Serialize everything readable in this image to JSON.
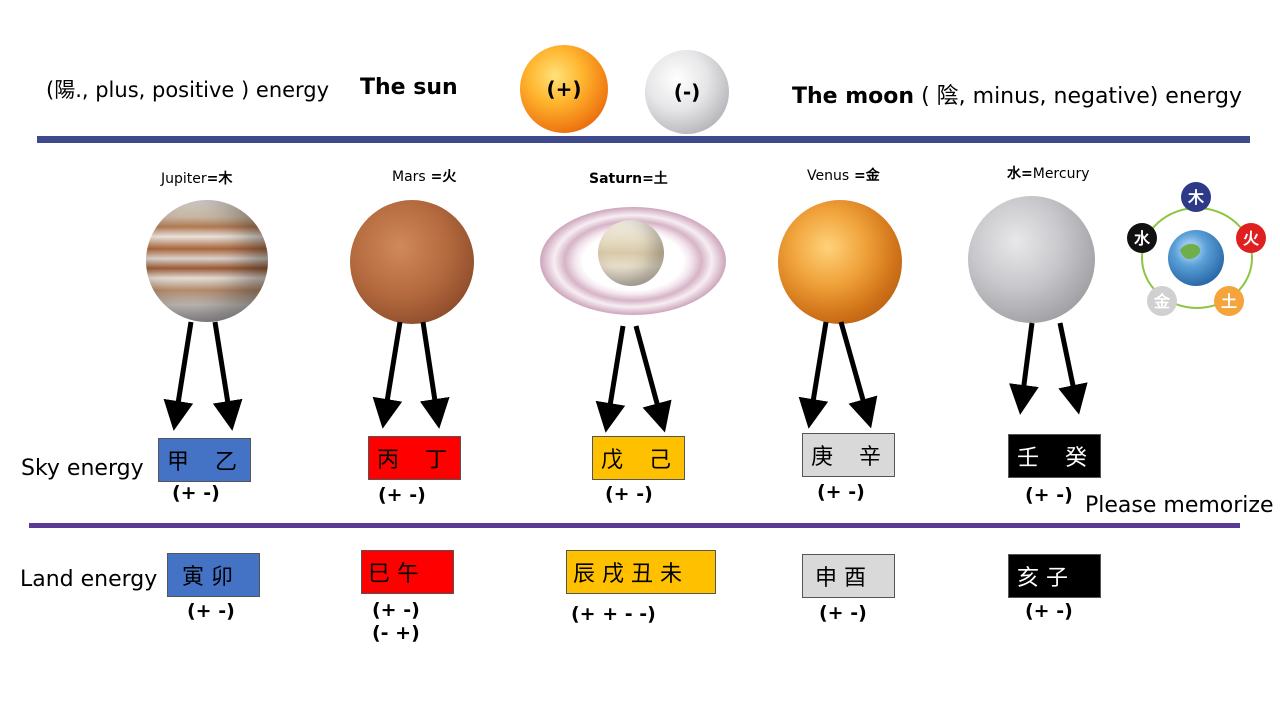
{
  "header": {
    "yang_text": "(陽., plus, positive ) energy",
    "sun_label": "The sun",
    "sun_sign": "(+)",
    "moon_sign": "(-)",
    "moon_label": "The moon",
    "moon_text": " ( 陰, minus, negative) energy"
  },
  "planets": [
    {
      "label": "Jupiter",
      "element": "=木"
    },
    {
      "label": "Mars",
      "element": " =火"
    },
    {
      "label": "Saturn",
      "element": "=土"
    },
    {
      "label": "Venus",
      "element": " =金"
    },
    {
      "label": "Mercury",
      "element": "水="
    }
  ],
  "cycle": [
    "木",
    "火",
    "土",
    "金",
    "水"
  ],
  "rows": {
    "sky_label": "Sky energy",
    "land_label": "Land energy"
  },
  "sky": [
    {
      "c1": "甲",
      "c2": "乙",
      "signs": "(+   -)",
      "color": "#4472c4"
    },
    {
      "c1": "丙",
      "c2": "丁",
      "signs": "(+   -)",
      "color": "#ff0000"
    },
    {
      "c1": "戊",
      "c2": "己",
      "signs": "(+   -)",
      "color": "#ffc000"
    },
    {
      "c1": "庚",
      "c2": "辛",
      "signs": "(+   -)",
      "color": "#d9d9d9"
    },
    {
      "c1": "壬",
      "c2": "癸",
      "signs": "(+   -)",
      "color": "#000000"
    }
  ],
  "land": [
    {
      "chars": "寅  卯",
      "signs": "(+   -)",
      "color": "#4472c4"
    },
    {
      "chars": "巳  午",
      "signs": "(+   -)",
      "signs2": "(-   +)",
      "color": "#ff0000"
    },
    {
      "chars": "辰 戌 丑 未",
      "signs": "(+ +     -   -)",
      "color": "#ffc000"
    },
    {
      "chars": "申  酉",
      "signs": "(+   -)",
      "color": "#d9d9d9"
    },
    {
      "chars": "亥  子",
      "signs": "(+   -)",
      "color": "#000000"
    }
  ],
  "note": "Please memorize"
}
